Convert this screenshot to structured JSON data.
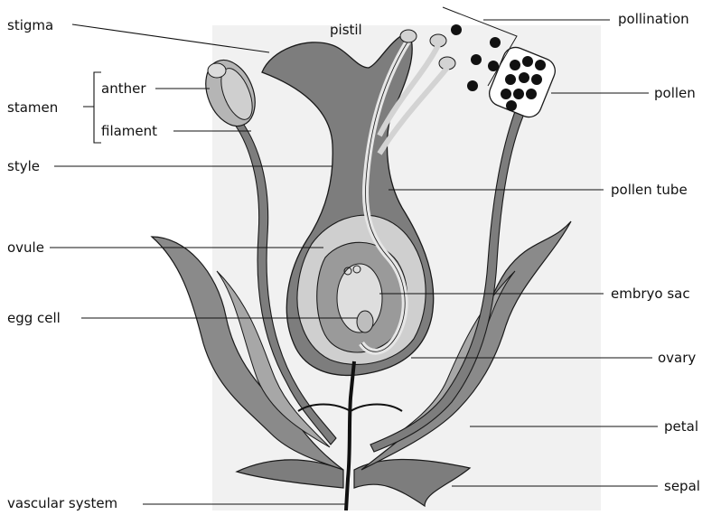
{
  "labels": {
    "stigma": "stigma",
    "pistil": "pistil",
    "stamen": "stamen",
    "anther": "anther",
    "filament": "filament",
    "style": "style",
    "ovule": "ovule",
    "egg_cell": "egg cell",
    "vascular_system": "vascular system",
    "pollination": "pollination",
    "pollen": "pollen",
    "pollen_tube": "pollen tube",
    "embryo_sac": "embryo sac",
    "ovary": "ovary",
    "petal": "petal",
    "sepal": "sepal"
  },
  "colors": {
    "tissue_dark": "#7d7d7d",
    "tissue_mid": "#9a9a9a",
    "tissue_light": "#d3d3d3",
    "background_shade": "#ececec",
    "outline": "#1a1a1a",
    "pollen_grain": "#111111"
  }
}
